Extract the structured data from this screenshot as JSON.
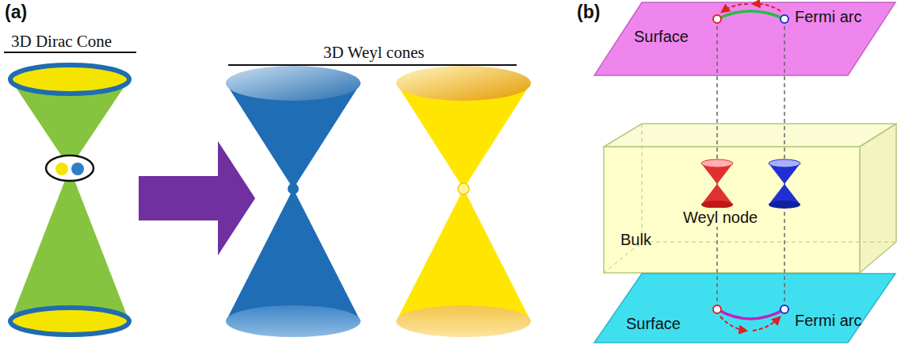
{
  "diagram": {
    "nodes": [
      {
        "text": [
          "Fermi arc",
          "Surface"
        ]
      },
      {
        "text": [
          "Weyl node",
          "Bulk"
        ]
      },
      {
        "text": [
          "Surface",
          "Fermi arc"
        ]
      }
    ],
    "labels": [
      "(a)",
      "(b)",
      "3D Dirac Cone",
      "3D Weyl cones"
    ]
  }
}
